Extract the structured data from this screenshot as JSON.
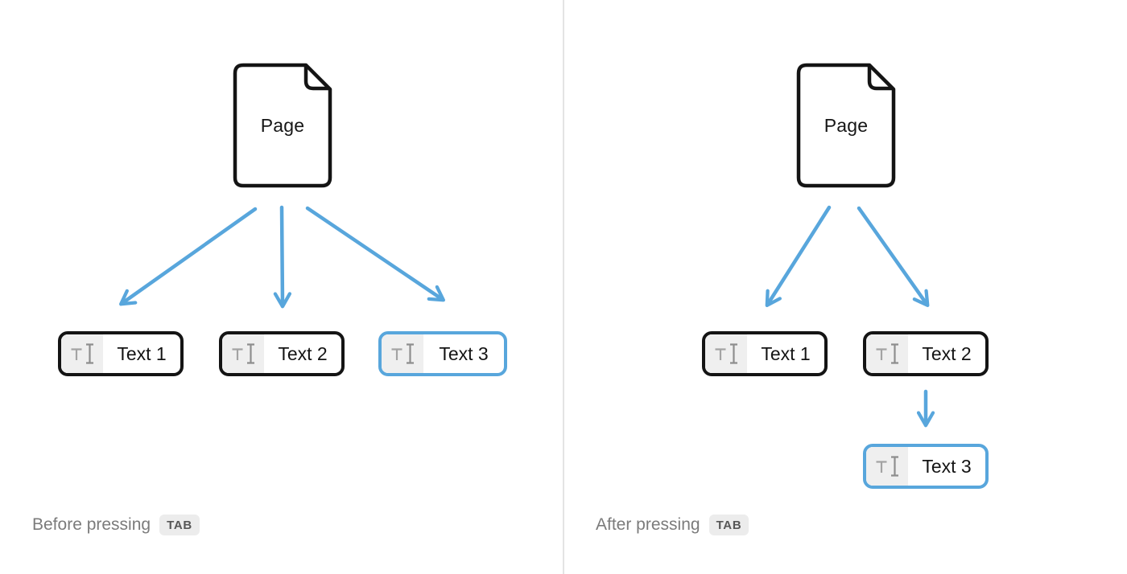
{
  "colors": {
    "accent_blue": "#58a6dc",
    "outline_black": "#141414",
    "icon_gray": "#999999",
    "icon_bg": "#efefef",
    "caption_text": "#7b7b7b",
    "badge_bg": "#ececec",
    "badge_text": "#575757",
    "divider": "#e4e4e4",
    "background": "#ffffff"
  },
  "icons": {
    "page_node": "document-icon",
    "block_type": "text-cursor-icon",
    "connector": "arrow-icon"
  },
  "panels": [
    {
      "id": "before",
      "page_label": "Page",
      "caption": "Before pressing",
      "key_badge": "TAB",
      "blocks": [
        {
          "label": "Text 1",
          "highlighted": false
        },
        {
          "label": "Text 2",
          "highlighted": false
        },
        {
          "label": "Text 3",
          "highlighted": true
        }
      ]
    },
    {
      "id": "after",
      "page_label": "Page",
      "caption": "After pressing",
      "key_badge": "TAB",
      "blocks": [
        {
          "label": "Text 1",
          "highlighted": false
        },
        {
          "label": "Text 2",
          "highlighted": false
        },
        {
          "label": "Text 3",
          "highlighted": true,
          "indented_under": "Text 2"
        }
      ]
    }
  ]
}
